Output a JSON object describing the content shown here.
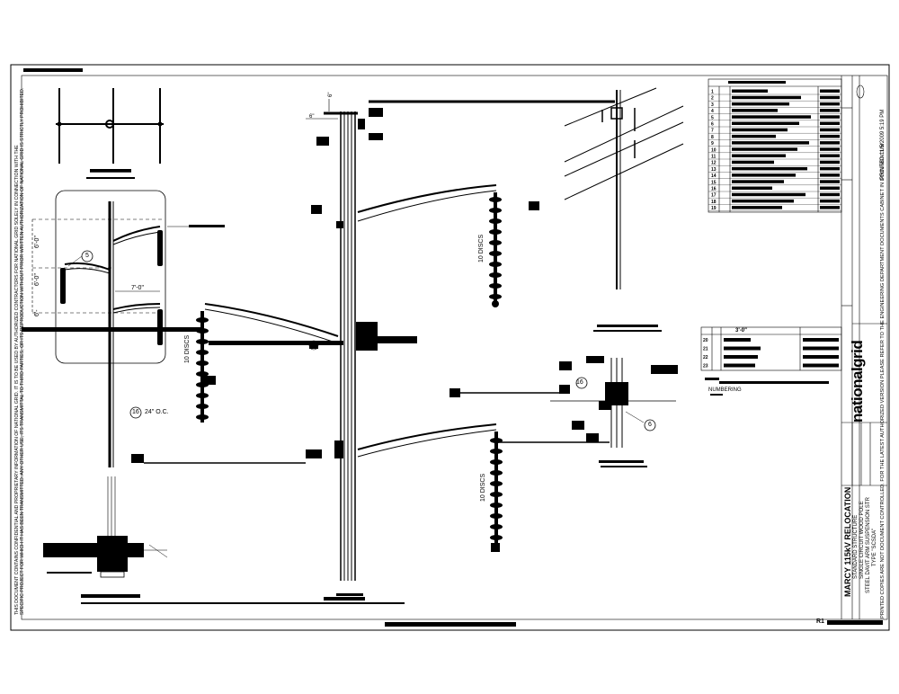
{
  "drawing": {
    "project_title": "MARCY 115kV RELOCATION",
    "subtitle_1": "STANDARD STRUCTURE",
    "subtitle_2": "SINGLE CIRCUIT WOOD POLE",
    "subtitle_3": "STEEL DAVIT ARM SUSPENSION STR",
    "subtitle_4": "TYPE \"SCSDA\"",
    "company_logo": "nationalgrid",
    "printed_stamp": "PRINTED 11/5/2009 5:19 PM",
    "controlled_copy_note": "PRINTED COPIES ARE NOT DOCUMENT CONTROLLED. FOR THE LATEST AUTHORIZED VERSION PLEASE REFER TO THE ENGINEERING DEPARTMENT DOCUMENTS CABINET IN DOCUMENTUM",
    "confidentiality_note_1": "THIS DOCUMENT CONTAINS CONFIDENTIAL AND PROPRIETARY INFORMATION OF NATIONAL GRID. IT IS TO BE USED BY AUTHORIZED CONTRACTORS FOR NATIONAL GRID SOLELY IN CONNECTION WITH THE",
    "confidentiality_note_2": "SPECIFIC PROJECT FOR WHICH IT HAS BEEN TRANSMITTED. ANY OTHER USE, ITS TRANSMITTAL TO THIRD PARTIES, OR ITS REPRODUCTION WITHOUT PRIOR WRITTEN AUTHORIZATION OF NATIONAL GRID IS STRICTLY PROHIBITED.",
    "revision_label": "R1",
    "notes_numbering": "NUMBERING"
  },
  "dimensions": {
    "dim_top_spacing": "6'-0\"",
    "dim_mid_spacing": "6'-0\"",
    "dim_bottom_spacing": "6'-",
    "dim_arm_length": "7'-0\"",
    "dim_top_small": "6\"",
    "dim_pole_offset": "6\"",
    "disc_note_left": "10 DISCS",
    "disc_note_upper_right": "10 DISCS",
    "disc_note_lower_right": "10 DISCS",
    "step_spacing": "24\" O.C."
  },
  "callouts": {
    "bubble_5": "5",
    "bubble_16_left": "16",
    "bubble_16_detail": "16",
    "bubble_6": "6"
  },
  "material_table": {
    "rows": [
      "1",
      "2",
      "3",
      "4",
      "5",
      "6",
      "7",
      "8",
      "9",
      "10",
      "11",
      "12",
      "13",
      "14",
      "15",
      "16",
      "17",
      "18",
      "19"
    ]
  },
  "guying_table": {
    "header_dim": "3'-0\"",
    "rows": [
      "20",
      "21",
      "22",
      "23"
    ]
  }
}
